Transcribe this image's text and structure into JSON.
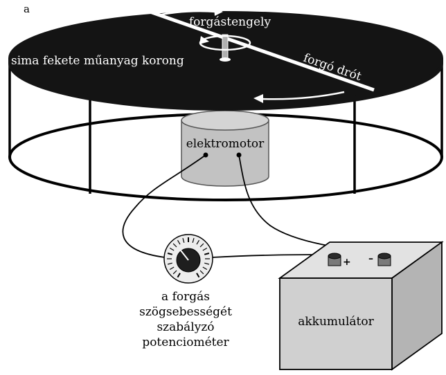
{
  "panel_label": "a",
  "labels": {
    "axis": "forgástengely",
    "disk": "sima fekete műanyag korong",
    "wire": "forgó drót",
    "motor": "elektromotor",
    "pot_line1": "a forgás",
    "pot_line2": "szögsebességét",
    "pot_line3": "szabályzó",
    "pot_line4": "potenciométer",
    "battery": "akkumulátor",
    "plus": "+",
    "minus": "–"
  },
  "colors": {
    "disk": "#141414",
    "motor": "#c2c2c2",
    "battery": "#d0d0d0",
    "line": "#000000",
    "white": "#ffffff"
  }
}
